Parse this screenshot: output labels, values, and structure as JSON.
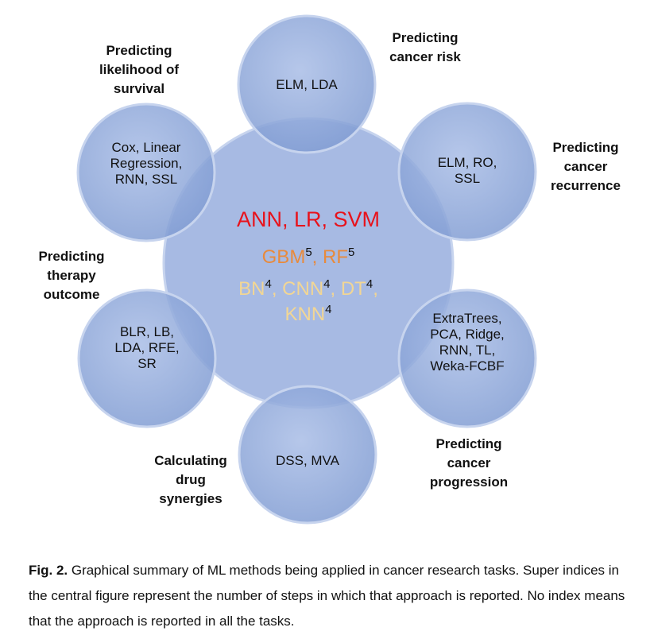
{
  "colors": {
    "circle_fill": "#8fa8d8",
    "circle_stroke": "#c7d4ee",
    "center_fill": "#9db3e0",
    "red": "#e8121b",
    "orange": "#e88a3c",
    "yellow": "#f2d694",
    "text": "#111111"
  },
  "center": {
    "line1": [
      {
        "text": "ANN",
        "color": "red"
      },
      {
        "text": ", ",
        "color": "red"
      },
      {
        "text": "LR",
        "color": "red"
      },
      {
        "text": ", ",
        "color": "red"
      },
      {
        "text": "SVM",
        "color": "red"
      }
    ],
    "line2": [
      {
        "text": "GBM",
        "sup": "5",
        "color": "orange"
      },
      {
        "text": ", ",
        "color": "orange"
      },
      {
        "text": "RF",
        "sup": "5",
        "color": "orange"
      }
    ],
    "line3": [
      {
        "text": "BN",
        "sup": "4",
        "color": "yellow"
      },
      {
        "text": ", ",
        "color": "yellow"
      },
      {
        "text": "CNN",
        "sup": "4",
        "color": "yellow"
      },
      {
        "text": ", ",
        "color": "yellow"
      },
      {
        "text": "DT",
        "sup": "4",
        "color": "yellow"
      },
      {
        "text": ",",
        "color": "yellow"
      }
    ],
    "line4": [
      {
        "text": "KNN",
        "sup": "4",
        "color": "yellow"
      }
    ]
  },
  "satellites": [
    {
      "id": "cancer-risk",
      "methods": [
        "ELM, LDA"
      ],
      "label": [
        "Predicting",
        "cancer risk"
      ]
    },
    {
      "id": "cancer-recurrence",
      "methods": [
        "ELM, RO,",
        "SSL"
      ],
      "label": [
        "Predicting",
        "cancer",
        "recurrence"
      ]
    },
    {
      "id": "cancer-progression",
      "methods": [
        "ExtraTrees,",
        "PCA, Ridge,",
        "RNN, TL,",
        "Weka-FCBF"
      ],
      "label": [
        "Predicting",
        "cancer",
        "progression"
      ]
    },
    {
      "id": "drug-synergies",
      "methods": [
        "DSS, MVA"
      ],
      "label": [
        "Calculating",
        "drug",
        "synergies"
      ]
    },
    {
      "id": "therapy-outcome",
      "methods": [
        "BLR, LB,",
        "LDA, RFE,",
        "SR"
      ],
      "label": [
        "Predicting",
        "therapy",
        "outcome"
      ]
    },
    {
      "id": "survival",
      "methods": [
        "Cox, Linear",
        "Regression,",
        "RNN, SSL"
      ],
      "label": [
        "Predicting",
        "likelihood  of",
        "survival"
      ]
    }
  ],
  "caption": {
    "prefix": "Fig. 2.",
    "text": " Graphical summary of ML methods being applied in cancer research tasks. Super indices in the central figure represent the number of steps in which that approach is reported. No index means that the approach is reported in all the tasks."
  }
}
